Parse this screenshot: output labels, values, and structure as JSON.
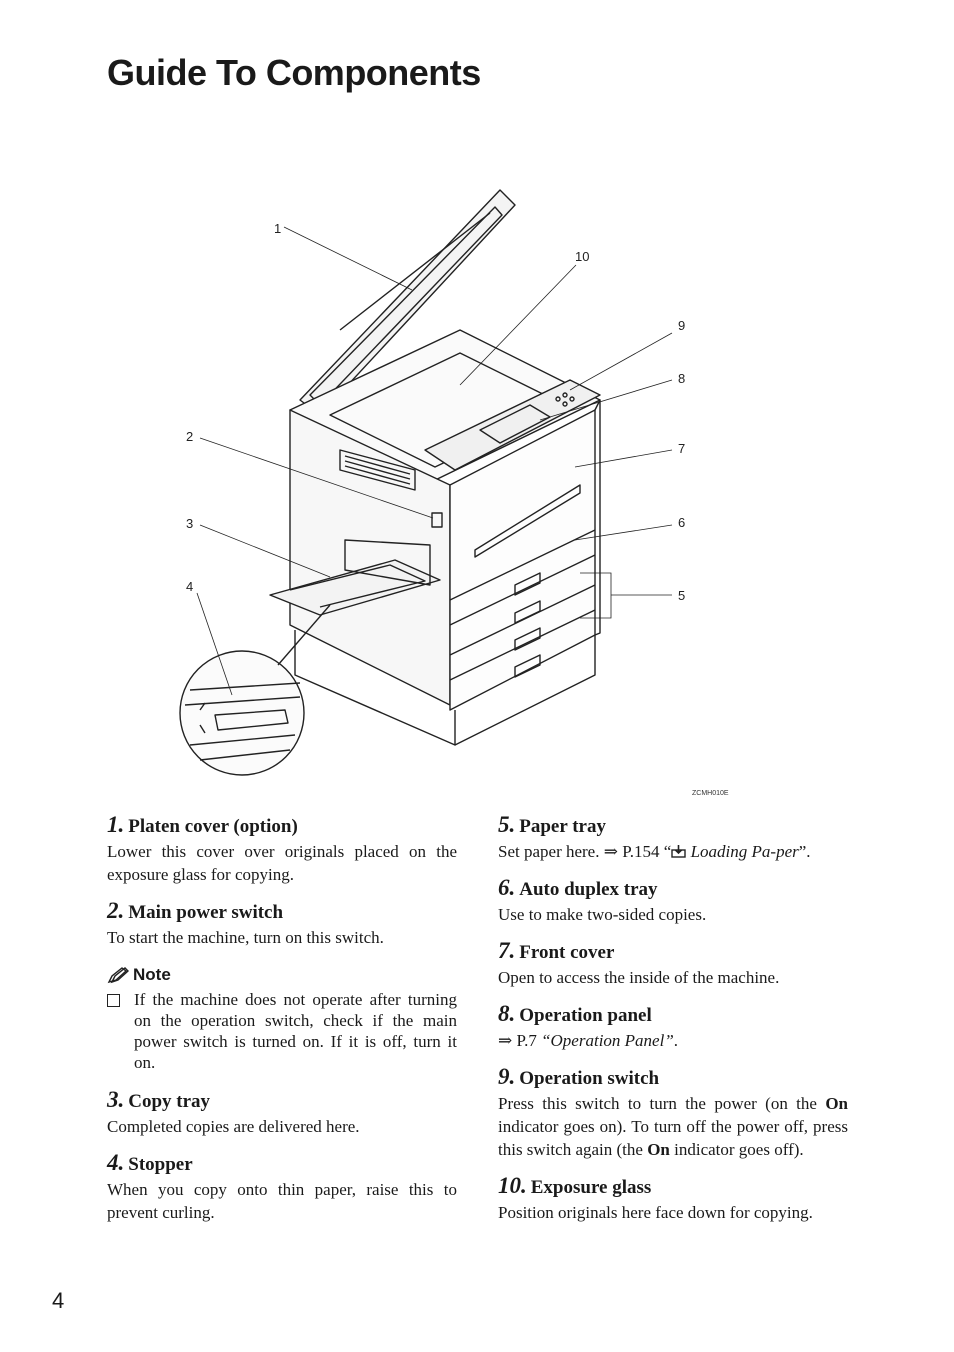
{
  "page": {
    "title": "Guide To Components",
    "page_number": "4"
  },
  "figure": {
    "image_code": "ZCMH010E",
    "callouts": [
      "1",
      "2",
      "3",
      "4",
      "5",
      "6",
      "7",
      "8",
      "9",
      "10"
    ]
  },
  "items": [
    {
      "num": "1.",
      "title": "Platen cover (option)",
      "desc": "Lower this cover over originals placed on the exposure glass for copying."
    },
    {
      "num": "2.",
      "title": "Main power switch",
      "desc": "To start the machine, turn on this switch."
    },
    {
      "num": "3.",
      "title": "Copy tray",
      "desc": "Completed copies are delivered here."
    },
    {
      "num": "4.",
      "title": "Stopper",
      "desc": "When you copy onto thin paper, raise this to prevent curling."
    },
    {
      "num": "5.",
      "title": "Paper tray",
      "desc_prefix": "Set paper here. ⇒ P.154 “",
      "desc_link": "Loading Pa-per",
      "desc_suffix": "”."
    },
    {
      "num": "6.",
      "title": "Auto duplex tray",
      "desc": "Use to make two-sided copies."
    },
    {
      "num": "7.",
      "title": "Front cover",
      "desc": "Open to access the inside of the machine."
    },
    {
      "num": "8.",
      "title": "Operation panel",
      "desc_prefix": "⇒ P.7 ",
      "desc_link": "“Operation Panel”",
      "desc_suffix": "."
    },
    {
      "num": "9.",
      "title": "Operation switch",
      "desc_parts": [
        "Press this switch to turn the power (on the ",
        "On",
        " indicator goes on). To turn off the power off, press this switch again (the ",
        "On",
        " indicator goes off)."
      ]
    },
    {
      "num": "10.",
      "title": "Exposure glass",
      "desc": "Position originals here face down for copying."
    }
  ],
  "note": {
    "heading": "Note",
    "text": "If the machine does not operate after turning on the operation switch, check if the main power switch is turned on. If it is off, turn it on."
  }
}
